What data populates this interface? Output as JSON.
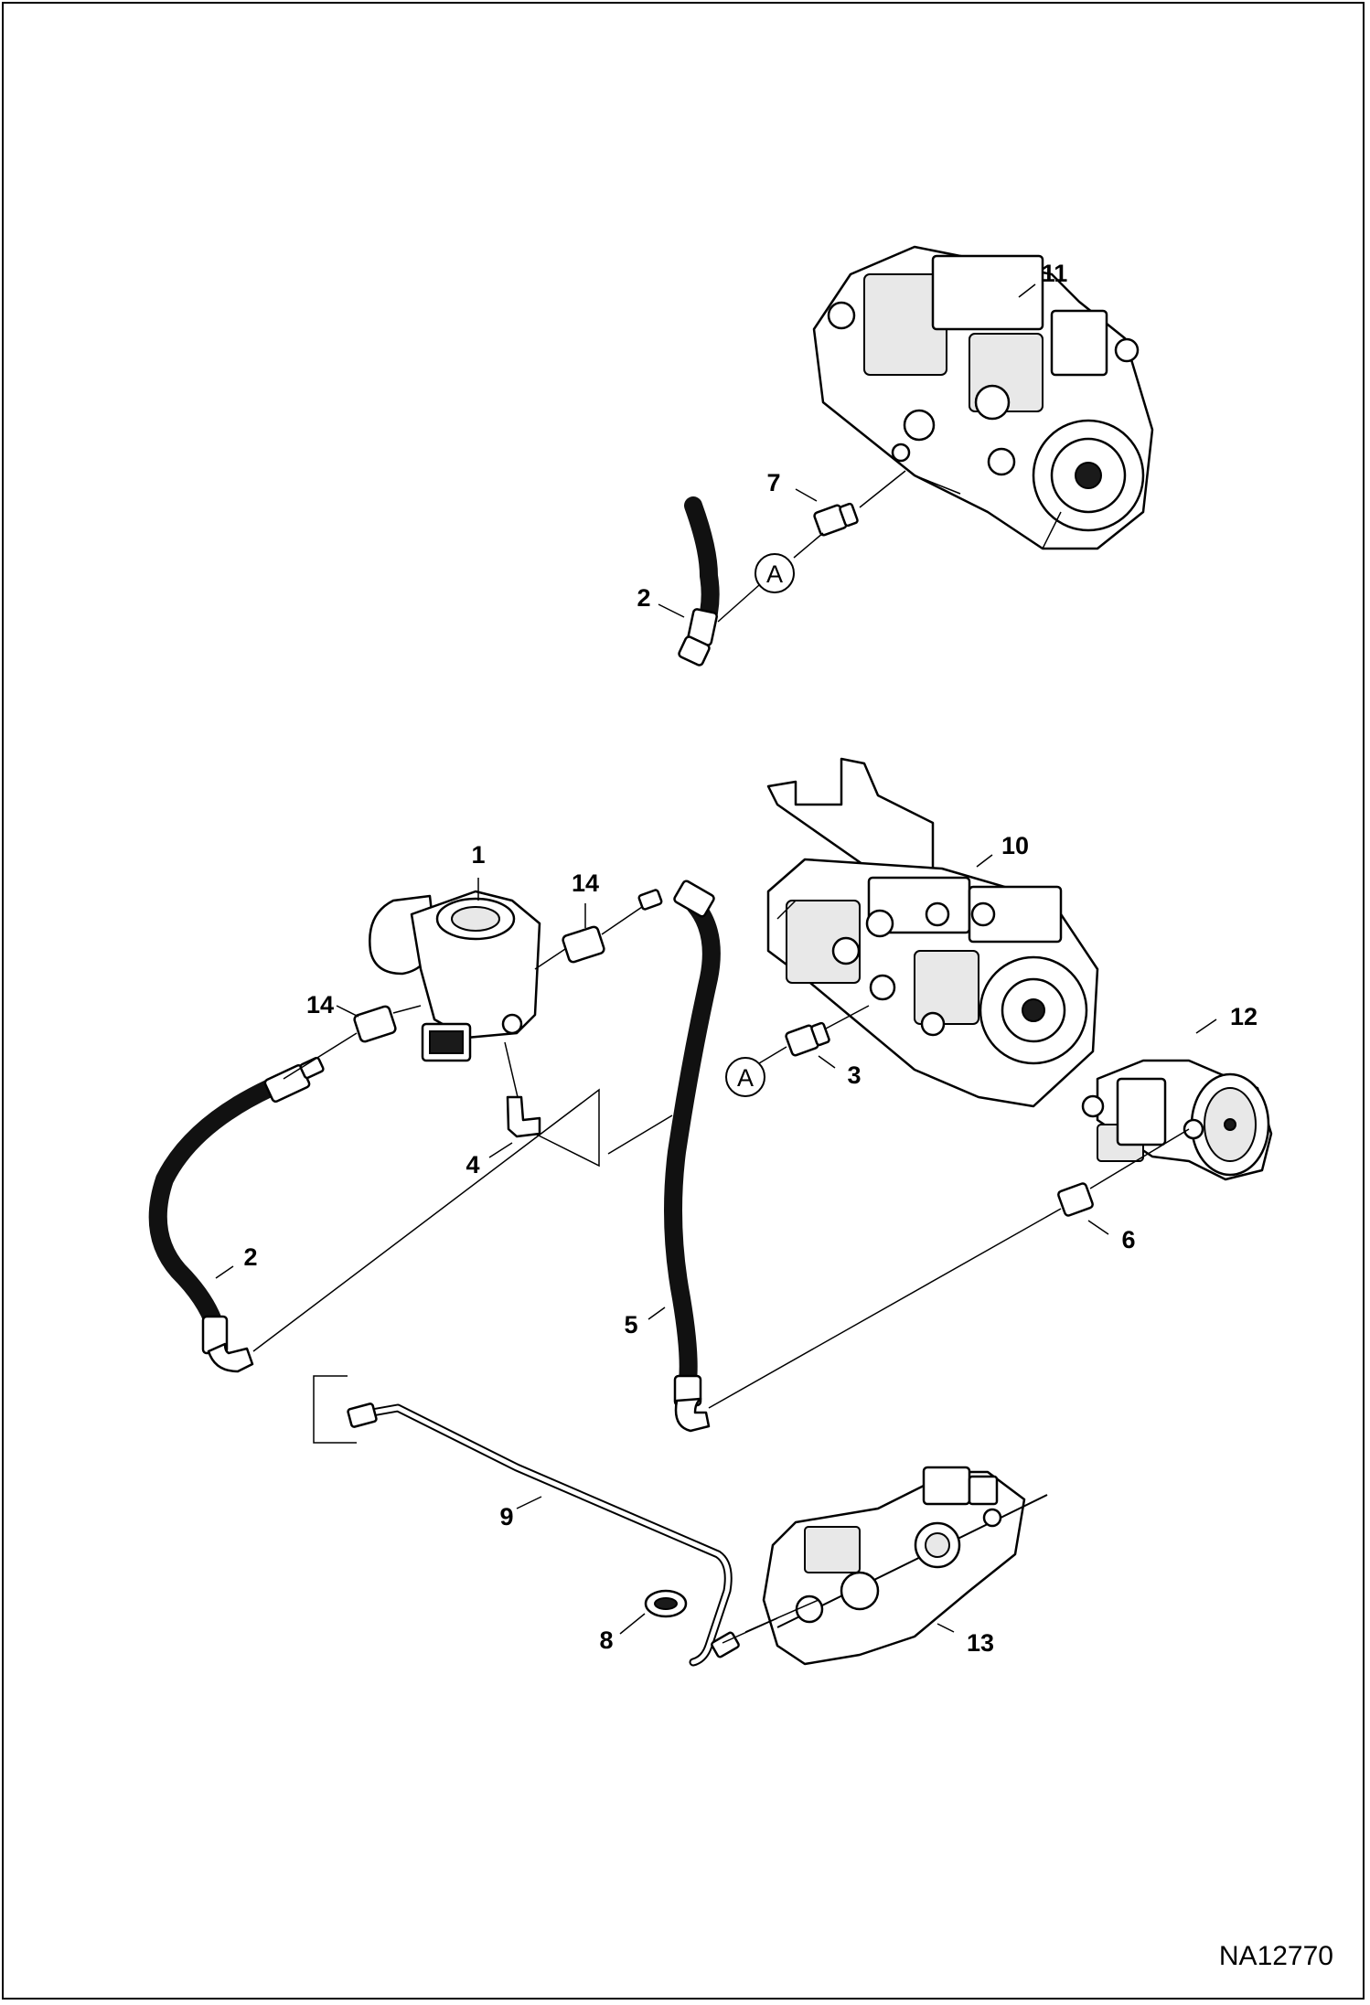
{
  "diagram": {
    "drawing_id": "NA12770",
    "reference_marker": "A",
    "callouts": [
      "1",
      "2",
      "2",
      "3",
      "4",
      "5",
      "6",
      "7",
      "8",
      "9",
      "10",
      "11",
      "12",
      "13",
      "14",
      "14"
    ]
  }
}
